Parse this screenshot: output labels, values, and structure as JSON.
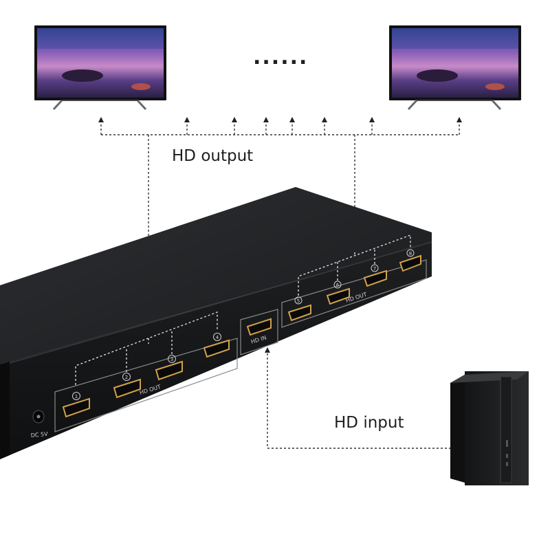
{
  "labels": {
    "output": "HD output",
    "input": "HD input",
    "ellipsis": "......"
  },
  "device": {
    "power_label": "DC 5V",
    "out_label": "HD   OUT",
    "in_label": "HD   IN",
    "ports_left": [
      "1",
      "2",
      "3",
      "4"
    ],
    "ports_right": [
      "5",
      "6",
      "7",
      "8"
    ]
  },
  "icons": {
    "monitor": "tv-monitor-icon",
    "computer": "pc-tower-icon",
    "port": "hdmi-port-icon"
  },
  "colors": {
    "device_body": "#222426",
    "port_gold": "#d2a24a",
    "screen_purple": "#8a5fb8",
    "screen_beach": "#3a2c60"
  }
}
